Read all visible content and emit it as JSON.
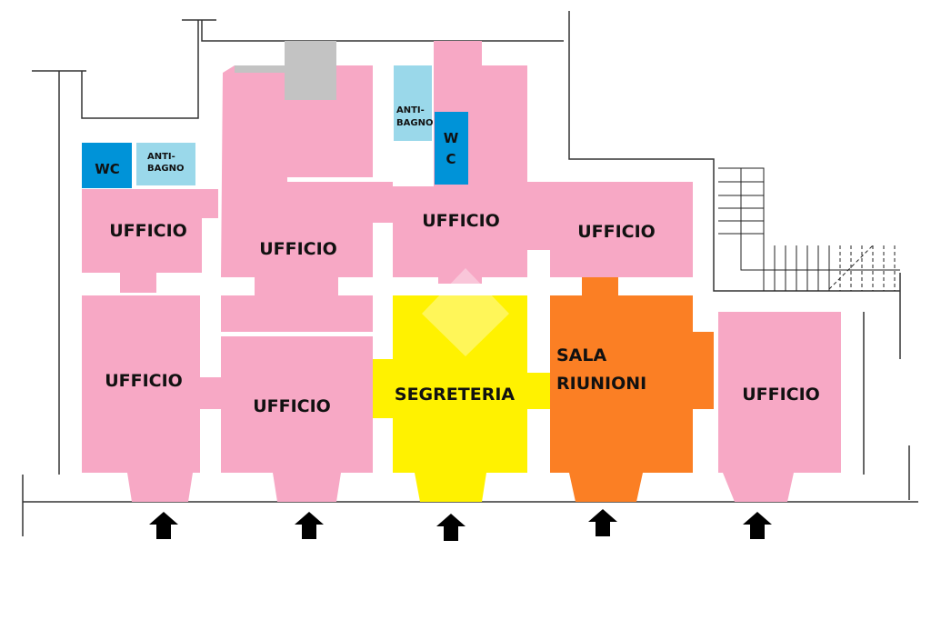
{
  "colors": {
    "office": "#f7a8c5",
    "secretary": "#fff200",
    "meeting": "#fb7f24",
    "antibagno": "#9ad8ea",
    "wc": "#0093d8",
    "shaft": "#c3c3c3"
  },
  "rooms": {
    "office_top_left": "UFFICIO",
    "office_mid_left": "UFFICIO",
    "office_center": "UFFICIO",
    "office_right_top": "UFFICIO",
    "office_bottom_left": "UFFICIO",
    "office_bottom_mid": "UFFICIO",
    "office_bottom_right": "UFFICIO",
    "segreteria": "SEGRETERIA",
    "sala_line1": "SALA",
    "sala_line2": "RIUNIONI",
    "wc_left": "WC",
    "antibagno_left_1": "ANTI-",
    "antibagno_left_2": "BAGNO",
    "antibagno_right_1": "ANTI-",
    "antibagno_right_2": "BAGNO",
    "wc_right_1": "W",
    "wc_right_2": "C"
  },
  "entrances": 5
}
